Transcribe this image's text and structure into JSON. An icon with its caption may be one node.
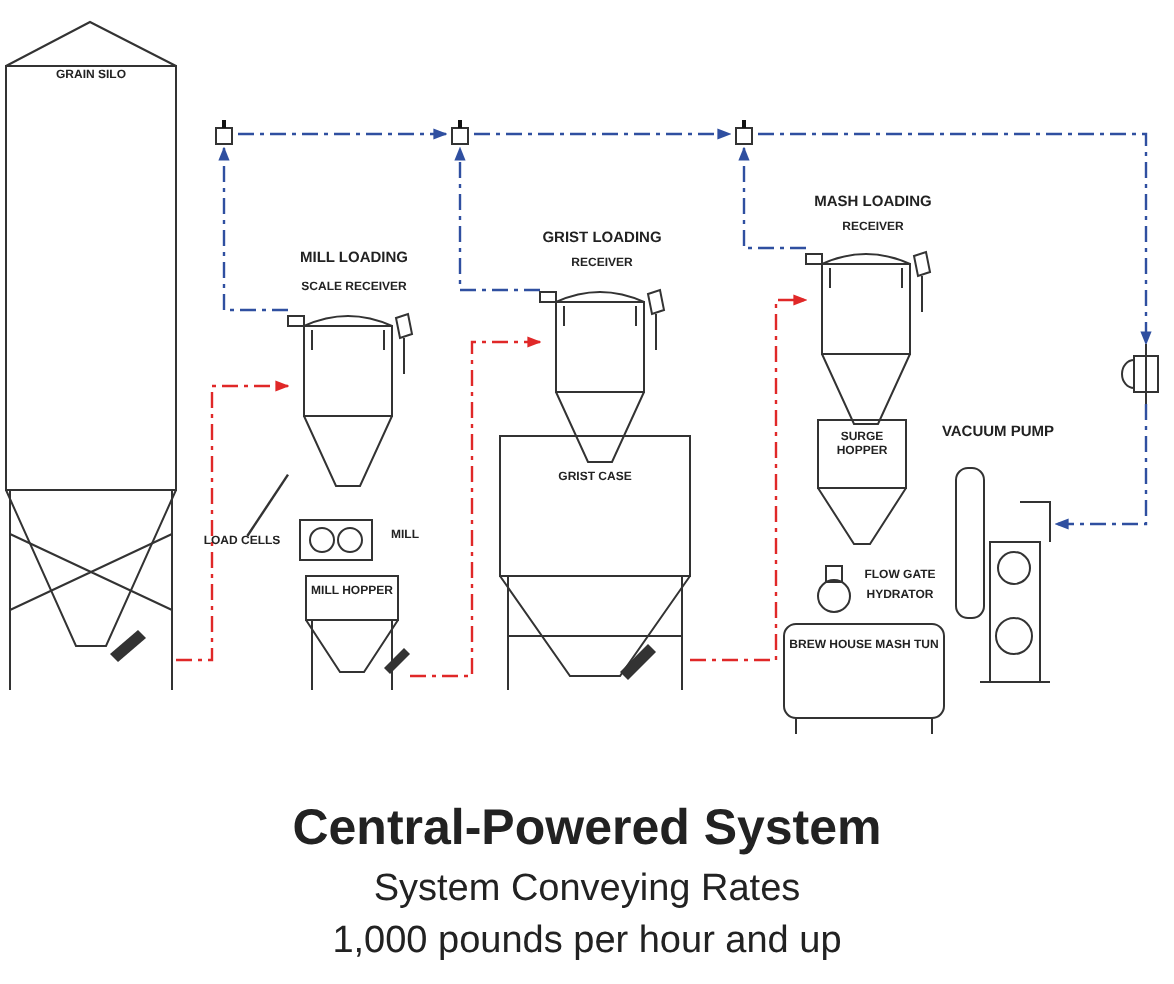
{
  "diagram": {
    "title": "Central-Powered System",
    "nodes": [
      {
        "text": [
          "GRAIN SILO"
        ]
      },
      {
        "text": [
          "MILL LOADING",
          "SCALE RECEIVER"
        ]
      },
      {
        "text": [
          "LOAD CELLS"
        ]
      },
      {
        "text": [
          "MILL"
        ]
      },
      {
        "text": [
          "MILL HOPPER"
        ]
      },
      {
        "text": [
          "GRIST LOADING",
          "RECEIVER"
        ]
      },
      {
        "text": [
          "GRIST CASE"
        ]
      },
      {
        "text": [
          "MASH LOADING",
          "RECEIVER"
        ]
      },
      {
        "text": [
          "SURGE HOPPER"
        ]
      },
      {
        "text": [
          "FLOW GATE",
          "HYDRATOR"
        ]
      },
      {
        "text": [
          "BREW HOUSE MASH TUN"
        ]
      },
      {
        "text": [
          "VACUUM PUMP"
        ]
      },
      {
        "text": [],
        "shape": "valve"
      },
      {
        "text": [],
        "shape": "valve"
      },
      {
        "text": [],
        "shape": "valve"
      },
      {
        "text": [],
        "shape": "filter"
      }
    ],
    "edges": [
      {
        "from": 0,
        "to": 1,
        "arrow": "to",
        "style": "dashed",
        "color": "#e02828"
      },
      {
        "from": 2,
        "to": 1,
        "arrow": "none",
        "color": "#333333"
      },
      {
        "from": 4,
        "to": 5,
        "arrow": "to",
        "style": "dashed",
        "color": "#e02828"
      },
      {
        "from": 6,
        "to": 7,
        "arrow": "to",
        "style": "dashed",
        "color": "#e02828"
      },
      {
        "from": 1,
        "to": 12,
        "arrow": "to",
        "style": "dashed"
      },
      {
        "from": 12,
        "to": 13,
        "arrow": "to",
        "style": "dashed"
      },
      {
        "from": 5,
        "to": 13,
        "arrow": "to",
        "style": "dashed"
      },
      {
        "from": 13,
        "to": 14,
        "arrow": "to",
        "style": "dashed"
      },
      {
        "from": 7,
        "to": 14,
        "arrow": "to",
        "style": "dashed"
      },
      {
        "from": 14,
        "to": 15,
        "arrow": "to",
        "style": "dashed"
      },
      {
        "from": 15,
        "to": 11,
        "arrow": "to",
        "style": "dashed"
      }
    ],
    "labels": [
      "System Conveying Rates",
      "1,000 pounds per hour and up"
    ]
  }
}
